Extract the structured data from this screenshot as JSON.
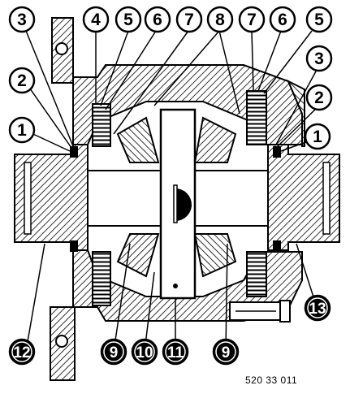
{
  "callouts": [
    {
      "id": "c3l",
      "label": "3"
    },
    {
      "id": "c4",
      "label": "4"
    },
    {
      "id": "c5l",
      "label": "5"
    },
    {
      "id": "c6l",
      "label": "6"
    },
    {
      "id": "c7l",
      "label": "7"
    },
    {
      "id": "c8",
      "label": "8"
    },
    {
      "id": "c7r",
      "label": "7"
    },
    {
      "id": "c6r",
      "label": "6"
    },
    {
      "id": "c5r",
      "label": "5"
    },
    {
      "id": "c3r",
      "label": "3"
    },
    {
      "id": "c2l",
      "label": "2"
    },
    {
      "id": "c2r",
      "label": "2"
    },
    {
      "id": "c1l",
      "label": "1"
    },
    {
      "id": "c1r",
      "label": "1"
    },
    {
      "id": "c13",
      "label": "13"
    },
    {
      "id": "c12",
      "label": "12"
    },
    {
      "id": "c9l",
      "label": "9"
    },
    {
      "id": "c10",
      "label": "10"
    },
    {
      "id": "c11",
      "label": "11"
    },
    {
      "id": "c9r",
      "label": "9"
    }
  ],
  "reference_code": "520 33 011"
}
